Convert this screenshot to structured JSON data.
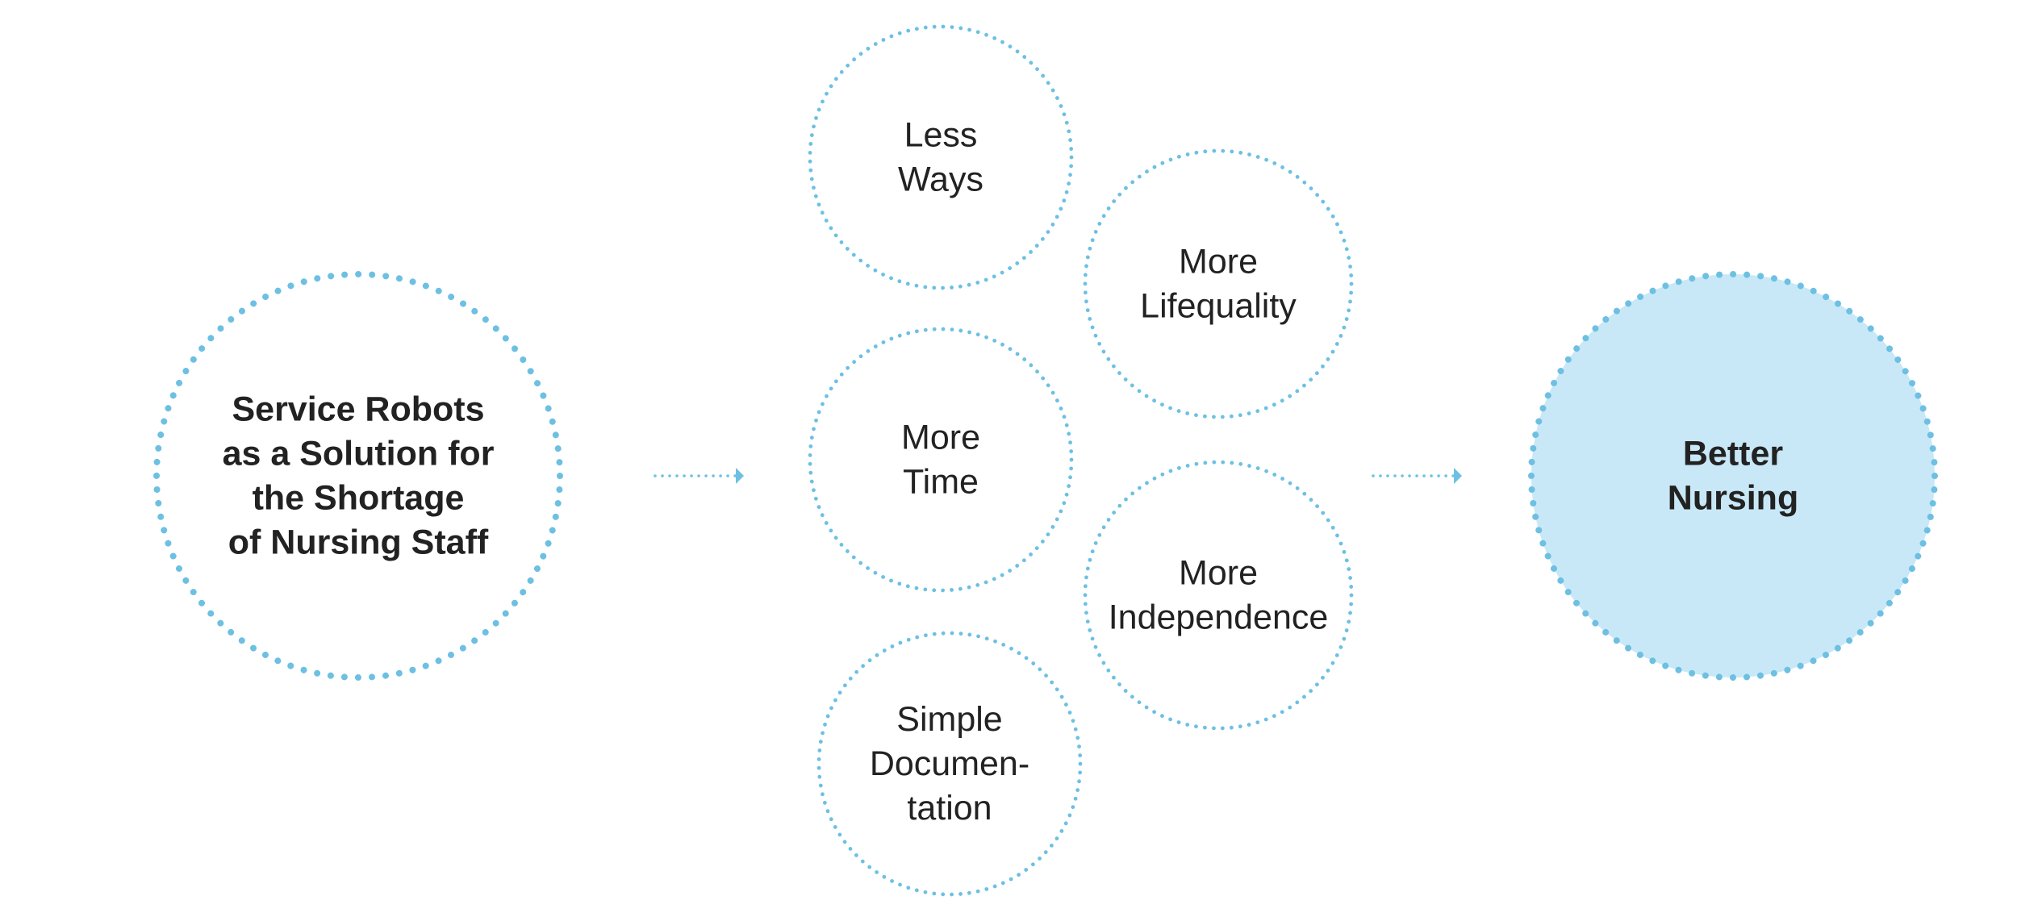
{
  "diagram": {
    "accent_color": "#6dc0e2",
    "highlight_fill": "#c9e8f7",
    "text_color": "#222222",
    "source": {
      "lines": [
        "Service Robots",
        "as a Solution for",
        "the Shortage",
        "of Nursing Staff"
      ]
    },
    "benefits": [
      {
        "lines": [
          "Less",
          "Ways"
        ]
      },
      {
        "lines": [
          "More",
          "Lifequality"
        ]
      },
      {
        "lines": [
          "More",
          "Time"
        ]
      },
      {
        "lines": [
          "More",
          "Independence"
        ]
      },
      {
        "lines": [
          "Simple",
          "Documen-",
          "tation"
        ]
      }
    ],
    "result": {
      "lines": [
        "Better",
        "Nursing"
      ]
    }
  }
}
